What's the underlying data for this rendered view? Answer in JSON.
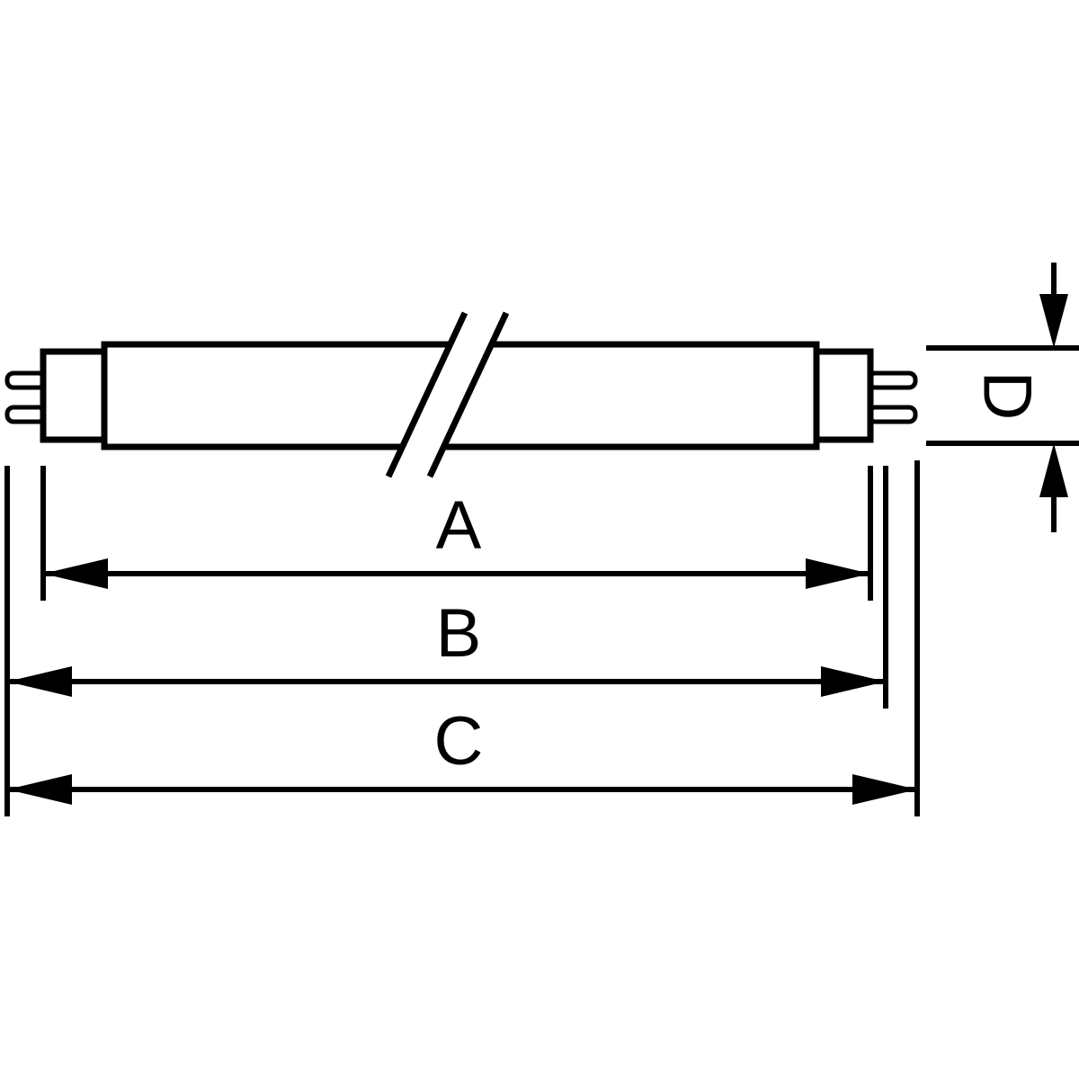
{
  "diagram": {
    "labels": {
      "dim_a": "A",
      "dim_b": "B",
      "dim_c": "C",
      "dim_d": "D"
    },
    "colors": {
      "line": "#000000",
      "background": "#ffffff"
    }
  }
}
